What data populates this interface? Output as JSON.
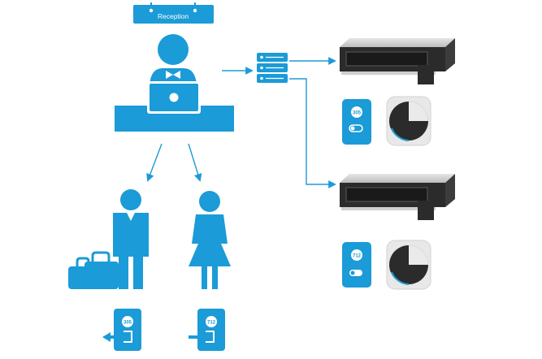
{
  "sign": {
    "label": "Reception"
  },
  "rooms": [
    {
      "number": "305"
    },
    {
      "number": "712"
    }
  ],
  "colors": {
    "accent": "#1b9bd7",
    "unit_dark": "#2b2b2b",
    "unit_light": "#cfcfcf",
    "white": "#ffffff"
  },
  "icons": [
    "reception-sign-icon",
    "receptionist-icon",
    "laptop-icon",
    "server-hub-icon",
    "ducted-ac-unit-icon",
    "room-controller-icon",
    "wall-sensor-icon",
    "male-guest-icon",
    "female-guest-icon",
    "luggage-icon",
    "key-card-icon"
  ]
}
